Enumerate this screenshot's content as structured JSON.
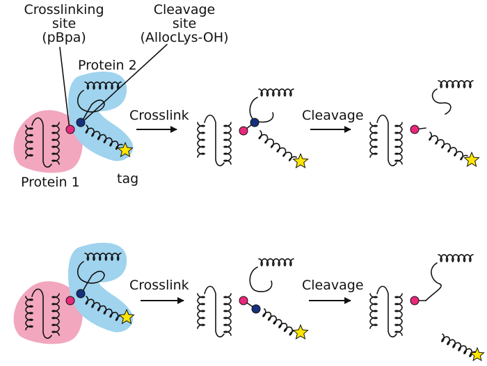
{
  "labels": {
    "crosslinking_site_line1": "Crosslinking",
    "crosslinking_site_line2": "site",
    "crosslinking_site_line3": "(pBpa)",
    "cleavage_site_line1": "Cleavage",
    "cleavage_site_line2": "site",
    "cleavage_site_line3": "(AllocLys-OH)",
    "protein2": "Protein 2",
    "protein1": "Protein 1",
    "tag": "tag"
  },
  "steps": {
    "crosslink": "Crosslink",
    "cleavage": "Cleavage"
  },
  "colors": {
    "protein1_fill": "#f2a7bf",
    "protein2_fill": "#9fd3ee",
    "crosslink_site": "#e8287a",
    "cleavage_site": "#17307e",
    "tag_star": "#ffe600",
    "stroke": "#111111"
  }
}
